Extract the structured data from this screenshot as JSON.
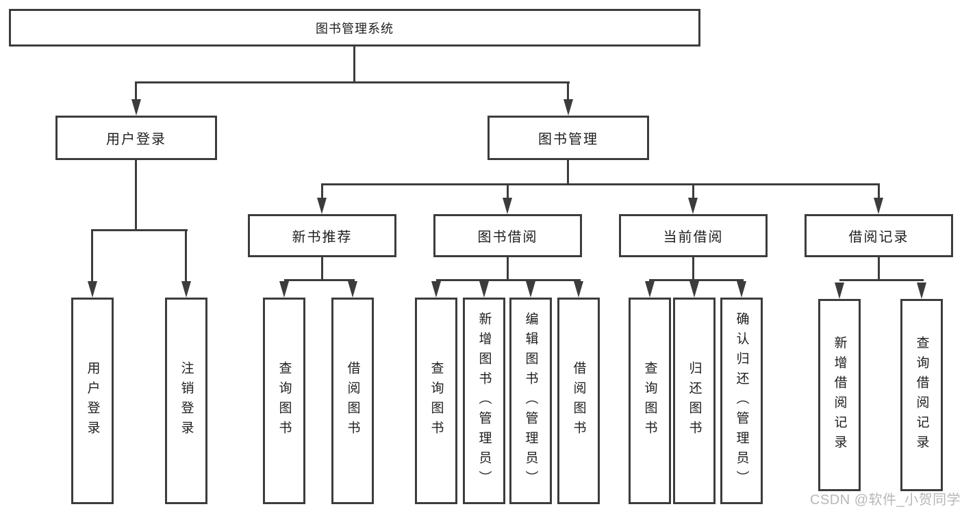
{
  "diagram": {
    "root": "图书管理系统",
    "user_branch": {
      "label": "用户登录",
      "children": [
        "用户登录",
        "注销登录"
      ]
    },
    "book_branch": {
      "label": "图书管理",
      "modules": [
        {
          "label": "新书推荐",
          "children": [
            "查询图书",
            "借阅图书"
          ]
        },
        {
          "label": "图书借阅",
          "children": [
            "查询图书",
            "新增图书（管理员）",
            "编辑图书（管理员）",
            "借阅图书"
          ]
        },
        {
          "label": "当前借阅",
          "children": [
            "查询图书",
            "归还图书",
            "确认归还（管理员）"
          ]
        },
        {
          "label": "借阅记录",
          "children": [
            "新增借阅记录",
            "查询借阅记录"
          ]
        }
      ]
    }
  },
  "watermark": "CSDN @软件_小贺同学",
  "colors": {
    "line": "#3c3c3c",
    "text": "#1e1e1e",
    "watermark": "#b8b8b8",
    "background": "#ffffff"
  }
}
